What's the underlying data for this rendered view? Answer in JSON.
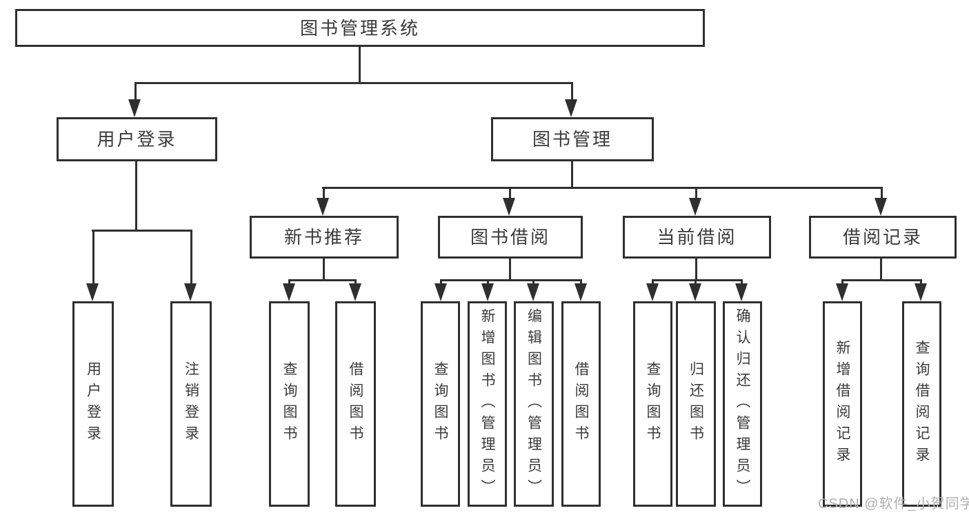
{
  "colors": {
    "line": "#2f2f2f",
    "text": "#3a3a3a",
    "watermark": "#b0b0b0",
    "background": "#ffffff"
  },
  "watermark": {
    "text": "CSDN @软件_小贺同学"
  },
  "tree": {
    "root": {
      "label": "图书管理系统",
      "children": [
        {
          "label": "用户登录",
          "children": [
            {
              "label": "用户登录"
            },
            {
              "label": "注销登录"
            }
          ]
        },
        {
          "label": "图书管理",
          "children": [
            {
              "label": "新书推荐",
              "children": [
                {
                  "label": "查询图书"
                },
                {
                  "label": "借阅图书"
                }
              ]
            },
            {
              "label": "图书借阅",
              "children": [
                {
                  "label": "查询图书"
                },
                {
                  "label": "新增图书（管理员）"
                },
                {
                  "label": "编辑图书（管理员）"
                },
                {
                  "label": "借阅图书"
                }
              ]
            },
            {
              "label": "当前借阅",
              "children": [
                {
                  "label": "查询图书"
                },
                {
                  "label": "归还图书"
                },
                {
                  "label": "确认归还（管理员）"
                }
              ]
            },
            {
              "label": "借阅记录",
              "children": [
                {
                  "label": "新增借阅记录"
                },
                {
                  "label": "查询借阅记录"
                }
              ]
            }
          ]
        }
      ]
    }
  }
}
